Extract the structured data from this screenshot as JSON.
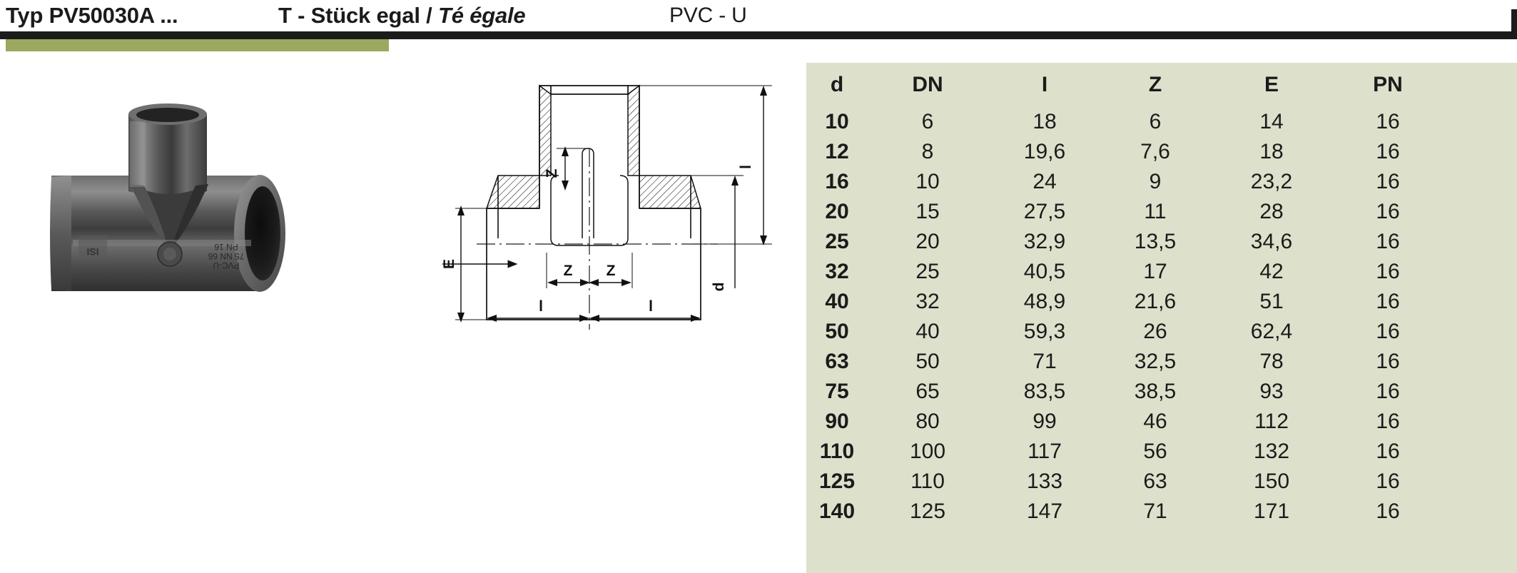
{
  "header": {
    "type_code": "Typ PV50030A ...",
    "name_de": "T - Stück egal",
    "separator": "/",
    "name_fr": "Té égale",
    "material": "PVC - U",
    "accent_green": "#9aa95f",
    "rule_color": "#1b1b1b"
  },
  "photo": {
    "alt": "PVC-U equal tee fitting, dark grey, socket ends",
    "molded_marking_line1": "PVC-U",
    "molded_marking_line2": "75 NN 66",
    "molded_marking_line3": "PN 16"
  },
  "drawing": {
    "caption": "Cross-section of equal tee",
    "labels": {
      "height_left": "E",
      "branch_center": "Z",
      "center_left": "Z",
      "center_right": "Z",
      "length_left": "l",
      "length_right": "l",
      "outer_right": "l",
      "diameter_right": "d"
    }
  },
  "table": {
    "background": "#dde0cb",
    "columns": [
      "d",
      "DN",
      "I",
      "Z",
      "E",
      "PN"
    ],
    "rows": [
      [
        "10",
        "6",
        "18",
        "6",
        "14",
        "16"
      ],
      [
        "12",
        "8",
        "19,6",
        "7,6",
        "18",
        "16"
      ],
      [
        "16",
        "10",
        "24",
        "9",
        "23,2",
        "16"
      ],
      [
        "20",
        "15",
        "27,5",
        "11",
        "28",
        "16"
      ],
      [
        "25",
        "20",
        "32,9",
        "13,5",
        "34,6",
        "16"
      ],
      [
        "32",
        "25",
        "40,5",
        "17",
        "42",
        "16"
      ],
      [
        "40",
        "32",
        "48,9",
        "21,6",
        "51",
        "16"
      ],
      [
        "50",
        "40",
        "59,3",
        "26",
        "62,4",
        "16"
      ],
      [
        "63",
        "50",
        "71",
        "32,5",
        "78",
        "16"
      ],
      [
        "75",
        "65",
        "83,5",
        "38,5",
        "93",
        "16"
      ],
      [
        "90",
        "80",
        "99",
        "46",
        "112",
        "16"
      ],
      [
        "110",
        "100",
        "117",
        "56",
        "132",
        "16"
      ],
      [
        "125",
        "110",
        "133",
        "63",
        "150",
        "16"
      ],
      [
        "140",
        "125",
        "147",
        "71",
        "171",
        "16"
      ]
    ]
  }
}
